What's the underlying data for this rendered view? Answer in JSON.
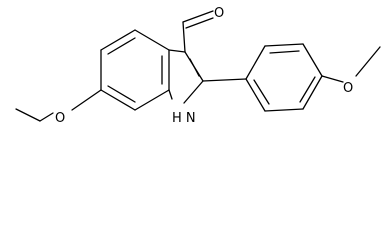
{
  "molecule": {
    "atoms": {
      "aldehyde_oxygen": "O",
      "indole_nitrogen": "H N",
      "indole_methoxy_oxygen": "O",
      "phenyl_methoxy_oxygen": "O"
    }
  }
}
